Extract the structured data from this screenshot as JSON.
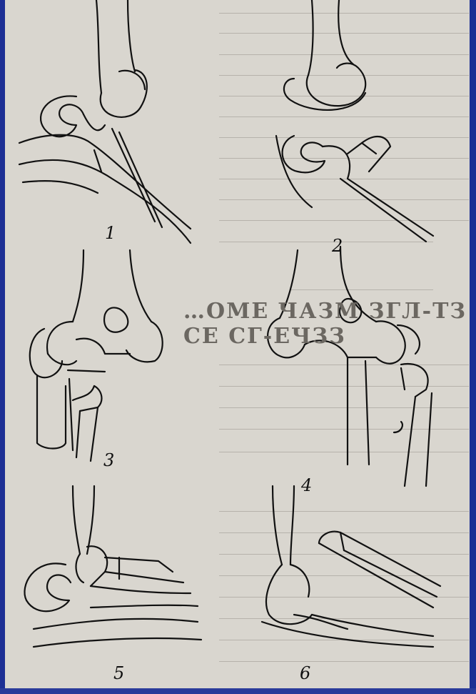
{
  "background_text": {
    "heading": "…ОМЕ ЧАЗМ ЗГЛ‑ТЗ СЕ СГ‑ЕЧЗЗ"
  },
  "figures": [
    {
      "label": "1"
    },
    {
      "label": "2"
    },
    {
      "label": "3"
    },
    {
      "label": "4"
    },
    {
      "label": "5"
    },
    {
      "label": "6"
    }
  ],
  "colors": {
    "frame": "#1d2f94",
    "paper": "#d9d6cf",
    "ink": "#111111"
  }
}
